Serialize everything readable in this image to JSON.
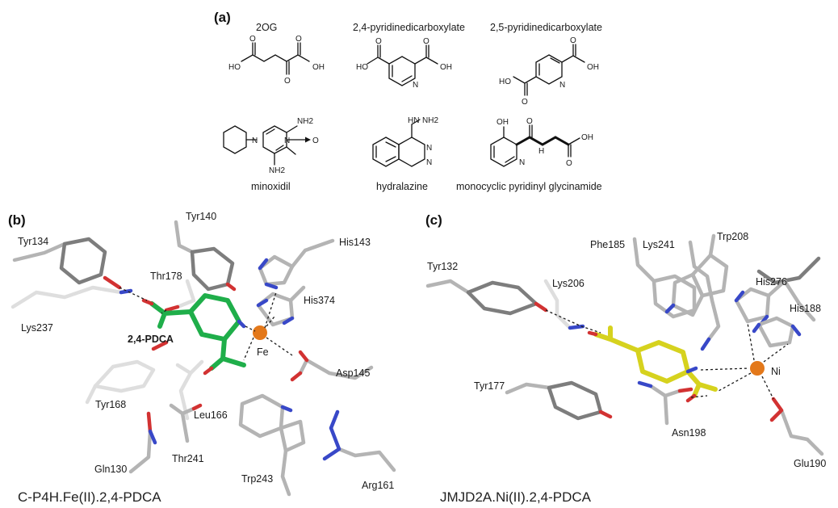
{
  "panel_a": {
    "label": "(a)",
    "compounds": [
      {
        "name": "2OG"
      },
      {
        "name": "2,4-pyridinedicarboxylate"
      },
      {
        "name": "2,5-pyridinedicarboxylate"
      },
      {
        "name": "minoxidil"
      },
      {
        "name": "hydralazine"
      },
      {
        "name": "monocyclic pyridinyl glycinamide"
      }
    ],
    "atoms": {
      "ho": "HO",
      "oh": "OH",
      "o": "O",
      "n": "N",
      "nh2": "NH2",
      "nh": "NH",
      "hn": "HN",
      "h": "H",
      "oh_left": "OH"
    }
  },
  "panel_b": {
    "label": "(b)",
    "caption": "C-P4H.Fe(II).2,4-PDCA",
    "metal": "Fe",
    "ligand_label": "2,4-PDCA",
    "residues": [
      "Tyr134",
      "Tyr140",
      "His143",
      "Thr178",
      "His374",
      "Lys237",
      "Asp145",
      "Tyr168",
      "Leu166",
      "Gln130",
      "Thr241",
      "Trp243",
      "Arg161"
    ]
  },
  "panel_c": {
    "label": "(c)",
    "caption": "JMJD2A.Ni(II).2,4-PDCA",
    "metal": "Ni",
    "residues": [
      "Tyr132",
      "Phe185",
      "Lys241",
      "Trp208",
      "Lys206",
      "His276",
      "His188",
      "Tyr177",
      "Asn198",
      "Glu190"
    ]
  },
  "colors": {
    "carbon": "#b4b4b4",
    "nitrogen": "#3848c8",
    "oxygen": "#d23232",
    "ligand_b": "#1fae4a",
    "ligand_c": "#d6d21e",
    "metal": "#e3781a"
  }
}
